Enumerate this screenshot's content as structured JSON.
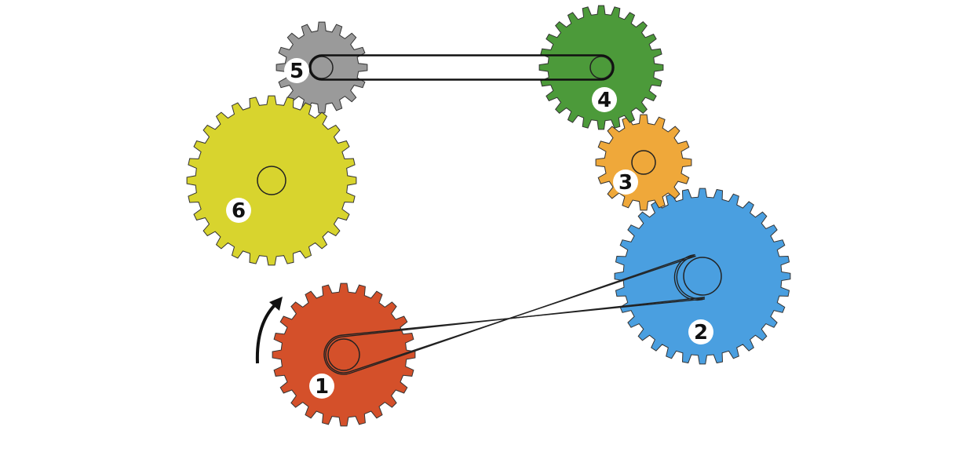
{
  "gears": [
    {
      "label": "1",
      "color": "#d4502a",
      "teeth": 24
    },
    {
      "label": "2",
      "color": "#4a9fe0",
      "teeth": 32
    },
    {
      "label": "3",
      "color": "#efa83a",
      "teeth": 16
    },
    {
      "label": "4",
      "color": "#4c9a3a",
      "teeth": 24
    },
    {
      "label": "5",
      "color": "#9a9a9a",
      "teeth": 16
    },
    {
      "label": "6",
      "color": "#d8d42e",
      "teeth": 28
    }
  ],
  "belts": [
    {
      "from": "5",
      "to": "4",
      "type": "open"
    },
    {
      "from": "1",
      "to": "2",
      "type": "crossed"
    }
  ],
  "rotation_arrow": {
    "gear": "1",
    "direction": "clockwise"
  }
}
